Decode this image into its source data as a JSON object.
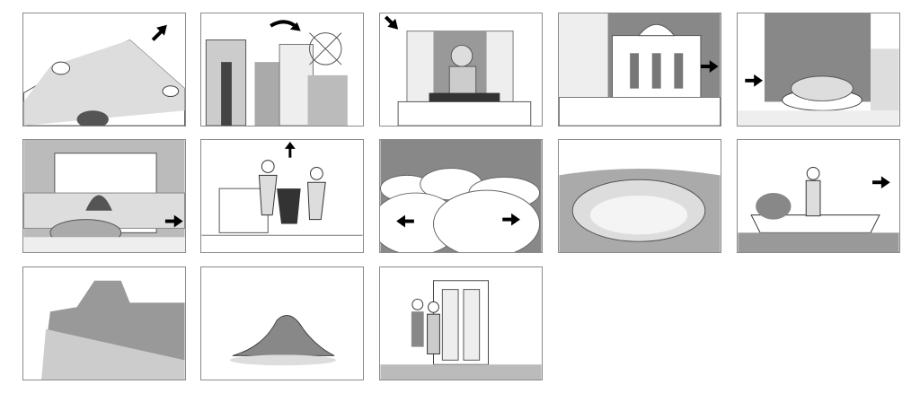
{
  "storyboard": {
    "panels": [
      {
        "scene": "table-closeup",
        "arrow": "arrow-up-right-icon"
      },
      {
        "scene": "town-windmill",
        "arrow": "arrow-curved-right-icon"
      },
      {
        "scene": "woman-balcony",
        "arrow": "arrow-down-right-icon"
      },
      {
        "scene": "church-square",
        "arrow": "arrow-right-icon"
      },
      {
        "scene": "stairs-food-platter",
        "arrow": "arrow-right-icon"
      },
      {
        "scene": "oven-roast",
        "arrow": "arrow-right-icon"
      },
      {
        "scene": "two-men-toast",
        "arrow": "arrow-up-icon"
      },
      {
        "scene": "clouds",
        "arrow": "arrow-left-right-icon"
      },
      {
        "scene": "crater-amphitheatre",
        "arrow": null
      },
      {
        "scene": "man-boat",
        "arrow": "arrow-right-icon"
      },
      {
        "scene": "castle-hill",
        "arrow": null
      },
      {
        "scene": "island-sea",
        "arrow": null
      },
      {
        "scene": "couple-doorway",
        "arrow": null
      }
    ],
    "colors": {
      "sketch_gray": "#9a9a9a",
      "dark_gray": "#555555",
      "border": "#8a8a8a"
    }
  }
}
